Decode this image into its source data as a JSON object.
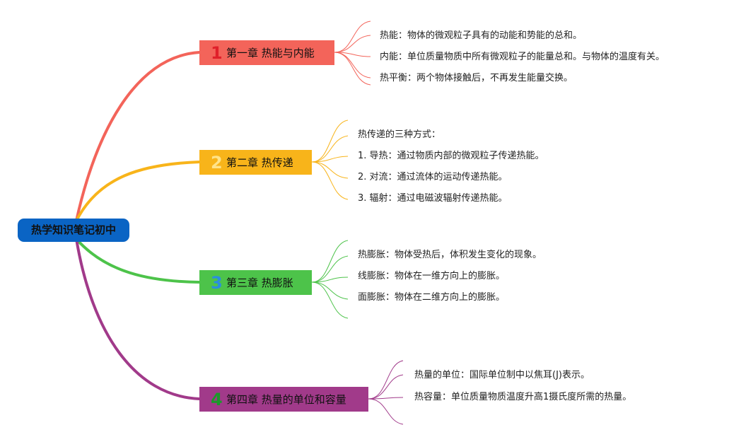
{
  "title": "热学知识笔记初中",
  "chapters": [
    {
      "num": "1",
      "label": "第一章 热能与内能",
      "color": "#f3645a",
      "items": [
        "热能：物体的微观粒子具有的动能和势能的总和。",
        "内能：单位质量物质中所有微观粒子的能量总和。与物体的温度有关。",
        "热平衡：两个物体接触后，不再发生能量交换。"
      ]
    },
    {
      "num": "2",
      "label": "第二章 热传递",
      "color": "#f8b41a",
      "items": [
        "热传递的三种方式：",
        "1. 导热：通过物质内部的微观粒子传递热能。",
        "2. 对流：通过流体的运动传递热能。",
        "3. 辐射：通过电磁波辐射传递热能。"
      ]
    },
    {
      "num": "3",
      "label": "第三章 热膨胀",
      "color": "#4dc34a",
      "items": [
        "热膨胀：物体受热后，体积发生变化的现象。",
        "线膨胀：物体在一维方向上的膨胀。",
        "面膨胀：物体在二维方向上的膨胀。"
      ]
    },
    {
      "num": "4",
      "label": "第四章 热量的单位和容量",
      "color": "#a13a8a",
      "items": [
        "热量的单位：国际单位制中以焦耳(J)表示。",
        "热容量：单位质量物质温度升高1摄氏度所需的热量。"
      ]
    }
  ]
}
